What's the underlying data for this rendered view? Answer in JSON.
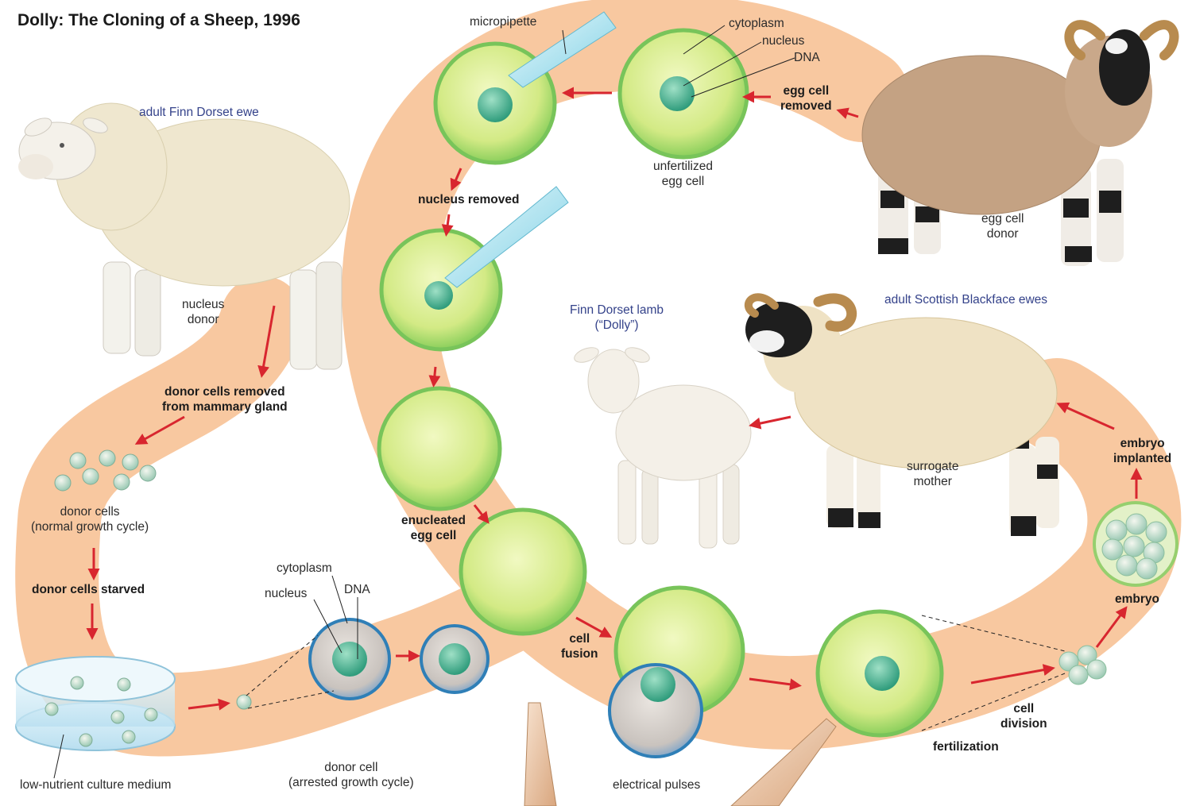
{
  "title": "Dolly: The Cloning of a Sheep, 1996",
  "labels": {
    "micropipette": "micropipette",
    "cytoplasm_top": "cytoplasm",
    "nucleus_top": "nucleus",
    "dna_top": "DNA",
    "egg_cell_removed": [
      "egg cell",
      "removed"
    ],
    "unfertilized_egg_cell": [
      "unfertilized",
      "egg cell"
    ],
    "egg_cell_donor": [
      "egg cell",
      "donor"
    ],
    "adult_finn_dorset_ewe": "adult Finn Dorset ewe",
    "nucleus_donor": [
      "nucleus",
      "donor"
    ],
    "nucleus_removed": "nucleus removed",
    "donor_cells_removed": [
      "donor cells removed",
      "from mammary gland"
    ],
    "donor_cells": [
      "donor cells",
      "(normal growth cycle)"
    ],
    "donor_cells_starved": "donor cells starved",
    "low_nutrient": "low-nutrient culture medium",
    "cytoplasm_bottom": "cytoplasm",
    "nucleus_bottom": "nucleus",
    "dna_bottom": "DNA",
    "donor_cell": [
      "donor cell",
      "(arrested growth cycle)"
    ],
    "enucleated_egg_cell": [
      "enucleated",
      "egg cell"
    ],
    "cell_fusion": [
      "cell",
      "fusion"
    ],
    "electrical_pulses": "electrical pulses",
    "finn_dorset_lamb": [
      "Finn Dorset lamb",
      "(“Dolly”)"
    ],
    "adult_scottish_blackface": "adult Scottish Blackface ewes",
    "surrogate_mother": [
      "surrogate",
      "mother"
    ],
    "embryo_implanted": [
      "embryo",
      "implanted"
    ],
    "embryo": "embryo",
    "cell_division": [
      "cell",
      "division"
    ],
    "fertilization": "fertilization"
  },
  "colors": {
    "path": "#f8c8a0",
    "arrow": "#d8262f",
    "cell_fill": "#d6ec8a",
    "cell_rim": "#78c45a",
    "nucleus": "#4fb79a",
    "label_blue": "#34428a",
    "wool_white": "#efe7cf",
    "wool_brown": "#c4a283",
    "face_black": "#1e1e1e"
  }
}
